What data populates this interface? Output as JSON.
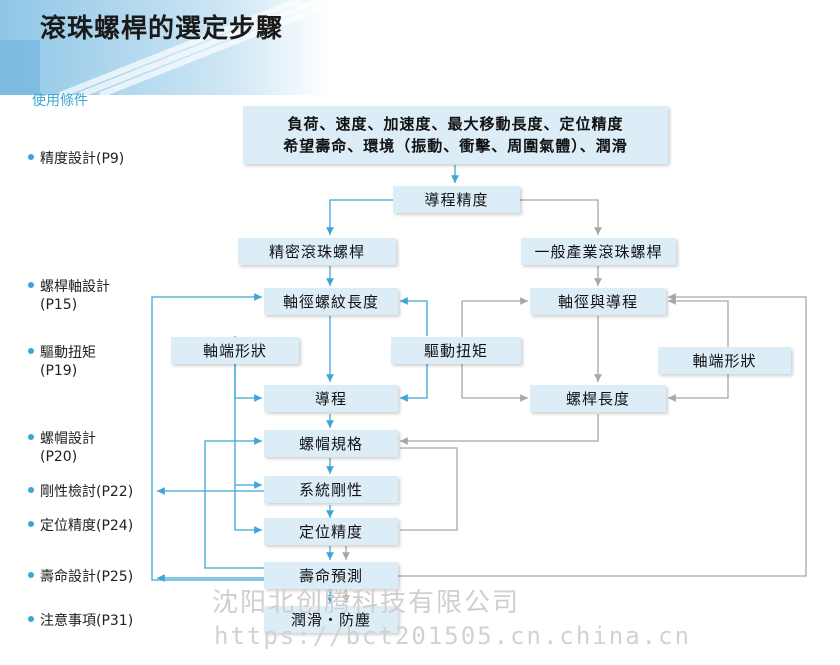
{
  "title": "滾珠螺桿的選定步驟",
  "subtitle": "使用條件",
  "sidebar": [
    {
      "label": "精度設計(P9)"
    },
    {
      "label": "螺桿軸設計",
      "sub": "(P15)"
    },
    {
      "label": "驅動扭矩",
      "sub": "(P19)"
    },
    {
      "label": "螺帽設計",
      "sub": "(P20)"
    },
    {
      "label": "剛性檢討(P22)"
    },
    {
      "label": "定位精度(P24)"
    },
    {
      "label": "壽命設計(P25)"
    },
    {
      "label": "注意事項(P31)"
    }
  ],
  "boxes": {
    "top_line1": "負荷、速度、加速度、最大移動長度、定位精度",
    "top_line2": "希望壽命、環境（振動、衝擊、周圍氣體）、潤滑",
    "lead_accuracy": "導程精度",
    "precision_screw": "精密滾珠螺桿",
    "general_screw": "一般產業滾珠螺桿",
    "thread_length": "軸徑螺紋長度",
    "dia_lead": "軸徑與導程",
    "end_shape_left": "軸端形狀",
    "drive_torque": "驅動扭矩",
    "end_shape_right": "軸端形狀",
    "lead": "導程",
    "screw_length": "螺桿長度",
    "nut_spec": "螺帽規格",
    "stiffness": "系統剛性",
    "positioning": "定位精度",
    "life": "壽命預測",
    "lubrication": "潤滑・防塵"
  },
  "watermark": {
    "line1": "沈阳北创腾科技有限公司",
    "line2": "https://bct201505.cn.china.cn"
  },
  "colors": {
    "accent": "#3aa7d6",
    "box": "#dcedf8",
    "gray_line": "#a8a8a8"
  }
}
